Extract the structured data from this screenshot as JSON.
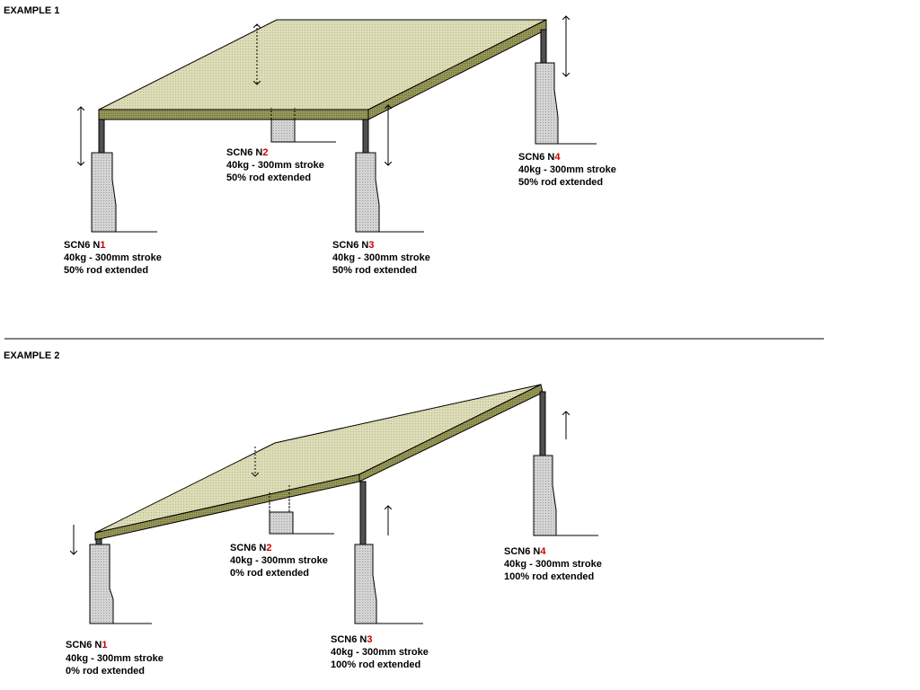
{
  "examples": [
    {
      "title": "EXAMPLE 1",
      "actuators": [
        {
          "prefix": "SCN6 N",
          "num": "1",
          "spec": "40kg - 300mm stroke",
          "status": "50% rod extended",
          "extension": 0.5
        },
        {
          "prefix": "SCN6 N",
          "num": "2",
          "spec": "40kg - 300mm stroke",
          "status": "50% rod extended",
          "extension": 0.5
        },
        {
          "prefix": "SCN6 N",
          "num": "3",
          "spec": "40kg - 300mm stroke",
          "status": "50% rod extended",
          "extension": 0.5
        },
        {
          "prefix": "SCN6 N",
          "num": "4",
          "spec": "40kg - 300mm stroke",
          "status": "50% rod extended",
          "extension": 0.5
        }
      ]
    },
    {
      "title": "EXAMPLE 2",
      "actuators": [
        {
          "prefix": "SCN6 N",
          "num": "1",
          "spec": "40kg - 300mm stroke",
          "status": "0% rod extended",
          "extension": 0
        },
        {
          "prefix": "SCN6 N",
          "num": "2",
          "spec": "40kg - 300mm stroke",
          "status": "0% rod extended",
          "extension": 0
        },
        {
          "prefix": "SCN6 N",
          "num": "3",
          "spec": "40kg - 300mm stroke",
          "status": "100% rod extended",
          "extension": 1
        },
        {
          "prefix": "SCN6 N",
          "num": "4",
          "spec": "40kg - 300mm stroke",
          "status": "100% rod extended",
          "extension": 1
        }
      ]
    }
  ],
  "colors": {
    "platform_top": "#dcdcb4",
    "platform_edge": "#8c8c4c",
    "actuator_body": "#d0d0d0",
    "rod": "#505050",
    "label_accent": "#cc0000"
  }
}
